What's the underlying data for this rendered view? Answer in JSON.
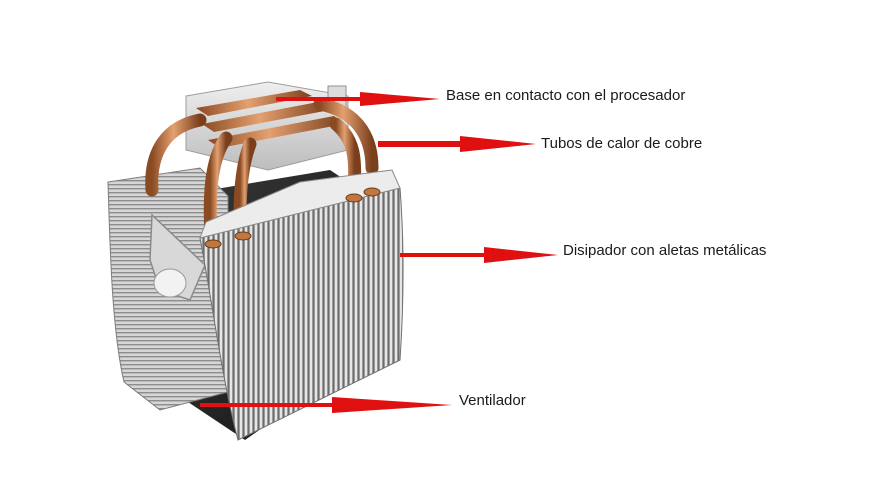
{
  "labels": {
    "base": "Base en contacto con el procesador",
    "tubes": "Tubos de calor de cobre",
    "heatsink": "Disipador con aletas metálicas",
    "fan": "Ventilador"
  },
  "colors": {
    "arrow": "#e01010",
    "copper": "#c8773f",
    "aluminum": "#c9c9c9",
    "label_text": "#1a1a1a"
  },
  "icons": {
    "product_image": "cpu-cooler-illustration",
    "callout_marker": "red-arrow-icon"
  }
}
